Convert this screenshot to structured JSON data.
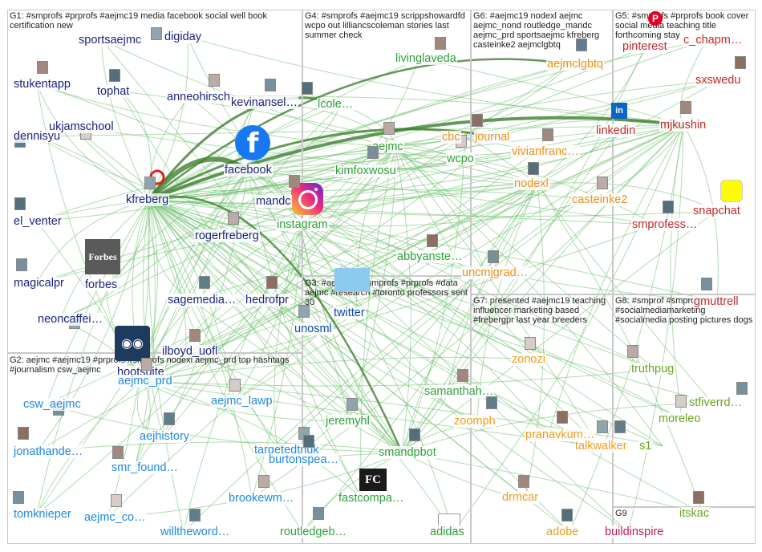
{
  "groups": [
    {
      "id": "G1",
      "text": "G1: #smprofs #prprofs #aejmc19 media facebook social well book certification new"
    },
    {
      "id": "G2",
      "text": "G2: aejmc #aejmc19 #prprofs #smprofs nodexl aejmc_prd top hashtags #journalism csw_aejmc"
    },
    {
      "id": "G3",
      "text": "G3: #aejmc19 #smprofs #prprofs #data aejmc #research #toronto professors sent 30"
    },
    {
      "id": "G4",
      "text": "G4: #smprofs #aejmc19 scrippshowardfd wcpo out lilliancscoleman stories last summer check"
    },
    {
      "id": "G5",
      "text": "G5: #smprofs #prprofs book cover social media teaching title forthcoming stay"
    },
    {
      "id": "G6",
      "text": "G6: #aejmc19 nodexl aejmc aejmc_nond routledge_mandc aejmc_prd sportsaejmc kfreberg casteinke2 aejmclgbtq"
    },
    {
      "id": "G7",
      "text": "G7: presented #aejmc19 teaching influencer marketing based #frebergpr last year breeders"
    },
    {
      "id": "G8",
      "text": "G8: #smprof #smprofs #socialmediamarketing #socialmedia posting pictures dogs solution brand s"
    },
    {
      "id": "G9",
      "text": "G9"
    }
  ],
  "colors": {
    "G1": "#1a237e",
    "G2": "#1e88e5",
    "G3": "#0d47a1",
    "G4": "#2e9e3a",
    "G5": "#c62828",
    "G6": "#ef8f1a",
    "G7": "#f29c16",
    "G8": "#6aa51e",
    "G9": "#c2185b",
    "edge": "#6fbf6f",
    "edge_dark": "#3f7f2f"
  },
  "nodes": [
    {
      "id": "sportsaejmc",
      "label": "sportsaejmc",
      "group": "G1"
    },
    {
      "id": "digiday",
      "label": "digiday",
      "group": "G1"
    },
    {
      "id": "stukentapp",
      "label": "stukentapp",
      "group": "G1"
    },
    {
      "id": "tophat",
      "label": "tophat",
      "group": "G1"
    },
    {
      "id": "anneohirsch",
      "label": "anneohirsch",
      "group": "G1"
    },
    {
      "id": "kevinansel",
      "label": "kevinansel…",
      "group": "G1"
    },
    {
      "id": "ukiamschool",
      "label": "ukjamschool",
      "group": "G1"
    },
    {
      "id": "dennisyu",
      "label": "dennisyu",
      "group": "G1"
    },
    {
      "id": "facebook",
      "label": "facebook",
      "group": "G1"
    },
    {
      "id": "kfreberg",
      "label": "kfreberg",
      "group": "G1"
    },
    {
      "id": "mandc",
      "label": "mandc",
      "group": "G1"
    },
    {
      "id": "el_venter",
      "label": "el_venter",
      "group": "G1"
    },
    {
      "id": "rogerfreberg",
      "label": "rogerfreberg",
      "group": "G1"
    },
    {
      "id": "magicalpr",
      "label": "magicalpr",
      "group": "G1"
    },
    {
      "id": "forbes",
      "label": "forbes",
      "group": "G1"
    },
    {
      "id": "sagemedia",
      "label": "sagemedia…",
      "group": "G1"
    },
    {
      "id": "hedrofpr",
      "label": "hedrofpr",
      "group": "G1"
    },
    {
      "id": "neoncaffei",
      "label": "neoncaffei…",
      "group": "G1"
    },
    {
      "id": "ilboyd_uofl",
      "label": "ilboyd_uofl",
      "group": "G1"
    },
    {
      "id": "hootsuite",
      "label": "hootsuite",
      "group": "G1"
    },
    {
      "id": "aejmc_prd",
      "label": "aejmc_prd",
      "group": "G2"
    },
    {
      "id": "csw_aejmc",
      "label": "csw_aejmc",
      "group": "G2"
    },
    {
      "id": "aejmc_lawp",
      "label": "aejmc_lawp",
      "group": "G2"
    },
    {
      "id": "aejhistory",
      "label": "aejhistory",
      "group": "G2"
    },
    {
      "id": "jonathande",
      "label": "jonathande…",
      "group": "G2"
    },
    {
      "id": "targetedtnuk",
      "label": "targetedtnuk",
      "group": "G2"
    },
    {
      "id": "smr_found",
      "label": "smr_found…",
      "group": "G2"
    },
    {
      "id": "burtonspea",
      "label": "burtonspea…",
      "group": "G2"
    },
    {
      "id": "brookewm",
      "label": "brookewm…",
      "group": "G2"
    },
    {
      "id": "tomknieper",
      "label": "tomknieper",
      "group": "G2"
    },
    {
      "id": "aejmc_co",
      "label": "aejmc_co…",
      "group": "G2"
    },
    {
      "id": "willtheword",
      "label": "willtheword…",
      "group": "G2"
    },
    {
      "id": "twitter",
      "label": "twitter",
      "group": "G3"
    },
    {
      "id": "unosml",
      "label": "unosml",
      "group": "G3"
    },
    {
      "id": "livinglaveda",
      "label": "livinglaveda",
      "group": "G4"
    },
    {
      "id": "lcole",
      "label": "lcole…",
      "group": "G4"
    },
    {
      "id": "aejmc",
      "label": "aejmc",
      "group": "G4"
    },
    {
      "id": "kimfoxwosu",
      "label": "kimfoxwosu",
      "group": "G4"
    },
    {
      "id": "wcpo",
      "label": "wcpo",
      "group": "G4"
    },
    {
      "id": "instagram",
      "label": "instagram",
      "group": "G4"
    },
    {
      "id": "abbyanste",
      "label": "abbyanste…",
      "group": "G4"
    },
    {
      "id": "jeremyhl",
      "label": "jeremyhl",
      "group": "G4"
    },
    {
      "id": "samanthah",
      "label": "samanthah…",
      "group": "G4"
    },
    {
      "id": "smandpbot",
      "label": "smandpbot",
      "group": "G4"
    },
    {
      "id": "fastcompa",
      "label": "fastcompa…",
      "group": "G4"
    },
    {
      "id": "routledgeb",
      "label": "routledgeb…",
      "group": "G4"
    },
    {
      "id": "adidas",
      "label": "adidas",
      "group": "G4"
    },
    {
      "id": "aejmclgbtq",
      "label": "aejmclgbtq",
      "group": "G6"
    },
    {
      "id": "cbc",
      "label": "cbc",
      "group": "G6"
    },
    {
      "id": "journal",
      "label": "journal",
      "group": "G6"
    },
    {
      "id": "vivianfranc",
      "label": "vivianfranc…",
      "group": "G6"
    },
    {
      "id": "nodexl",
      "label": "nodexl",
      "group": "G6"
    },
    {
      "id": "casteinke2",
      "label": "casteinke2",
      "group": "G6"
    },
    {
      "id": "uncmjgrad",
      "label": "uncmjgrad…",
      "group": "G6"
    },
    {
      "id": "pinterest",
      "label": "pinterest",
      "group": "G5"
    },
    {
      "id": "c_chapm",
      "label": "c_chapm…",
      "group": "G5"
    },
    {
      "id": "sxswedu",
      "label": "sxswedu",
      "group": "G5"
    },
    {
      "id": "linkedin",
      "label": "linkedin",
      "group": "G5"
    },
    {
      "id": "mjkushin",
      "label": "mjkushin",
      "group": "G5"
    },
    {
      "id": "smprofess",
      "label": "smprofess…",
      "group": "G5"
    },
    {
      "id": "snapchat",
      "label": "snapchat",
      "group": "G5"
    },
    {
      "id": "gmuttrell",
      "label": "gmuttrell",
      "group": "G5"
    },
    {
      "id": "zonozi",
      "label": "zonozi",
      "group": "G7"
    },
    {
      "id": "zoomph",
      "label": "zoomph",
      "group": "G7"
    },
    {
      "id": "pranavkum",
      "label": "pranavkum…",
      "group": "G7"
    },
    {
      "id": "talkwalker",
      "label": "talkwalker",
      "group": "G7"
    },
    {
      "id": "drmcar",
      "label": "drmcar",
      "group": "G7"
    },
    {
      "id": "adobe",
      "label": "adobe",
      "group": "G7"
    },
    {
      "id": "truthpug",
      "label": "truthpug",
      "group": "G8"
    },
    {
      "id": "stfiverrd",
      "label": "stfiverrd…",
      "group": "G8"
    },
    {
      "id": "moreleo",
      "label": "moreleo",
      "group": "G8"
    },
    {
      "id": "s1",
      "label": "s1",
      "group": "G8"
    },
    {
      "id": "itskac",
      "label": "itskac",
      "group": "G8"
    },
    {
      "id": "buildinspire",
      "label": "buildinspire",
      "group": "G9"
    }
  ],
  "icons": {
    "facebook": "facebook-logo-icon",
    "instagram": "instagram-logo-icon",
    "forbes": "forbes-logo-icon",
    "hootsuite": "hootsuite-logo-icon",
    "fastcompa": "fast-company-logo-icon",
    "linkedin": "linkedin-logo-icon",
    "snapchat": "snapchat-logo-icon",
    "pinterest": "pinterest-logo-icon",
    "adidas": "adidas-logo-icon",
    "twitter": "twitter-logo-icon"
  },
  "logo_text": {
    "forbes": "Forbes",
    "fastcompa": "FC",
    "linkedin": "in",
    "pinterest": "P"
  }
}
